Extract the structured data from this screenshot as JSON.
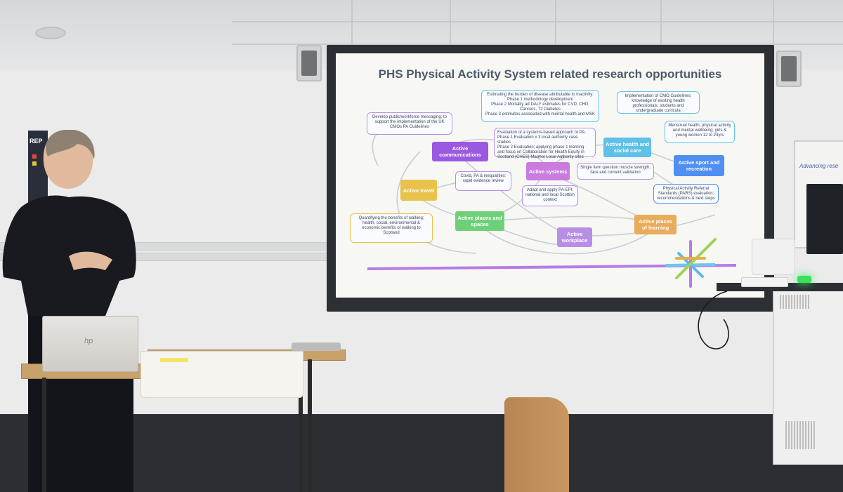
{
  "slide": {
    "title": "PHS Physical Activity System related research opportunities",
    "boxes": {
      "burden": "Estimating the burden of disease attributable to inactivity:\nPhase 1 methodology development\nPhase 2 Mortality ad DALY estimates for CVD, CHD, Cancers, T2 Diabetes\nPhase 3 estimates associated with mental health and MSK",
      "cmo": "Implementation of CMO Guidelines;\nknowledge of existing health professionals, students and undergraduate curricula",
      "messaging": "Develop public/workforce messaging; to support the implementation of the UK CMOs PA Guidelines",
      "menstrual": "Menstrual health, physical activity and mental wellbeing; girls & young women 12 to 24yrs",
      "evaluation": "Evaluation of a systems-based approach to PA:\nPhase 1 Evaluation x 3 local authority case studies\nPhase 2 Evaluation; applying phase 1 learning and focus on Collaboration for Health Equity in Scotland (CHES) Marmot Local Authority sites",
      "covid": "Covid, PA & inequalities; rapid evidence review",
      "muscle": "Single item question muscle strength; face and content validation",
      "adapt": "Adapt and apply PA-EPI; national and local Scottish context",
      "pars": "Physical Activity Referral Standards (PARS) evaluation; recommendations & next steps",
      "walking": "Quantifying the benefits of walking; health, social, environmental & economic benefits of walking to Scotland"
    },
    "nodes": {
      "communications": "Active communications",
      "health": "Active health and social care",
      "systems": "Active systems",
      "sport": "Active sport and recreation",
      "travel": "Active travel",
      "places": "Active places and spaces",
      "learning": "Active places of learning",
      "workplace": "Active workplace"
    }
  },
  "room": {
    "laptop_brand": "hp",
    "banner_text": "REP",
    "whiteboard_text": "Advancing rese"
  },
  "colors": {
    "purple": "#9b59e0",
    "light_purple": "#b98ee6",
    "blue": "#4f8ff2",
    "light_blue": "#5fc0e8",
    "yellow": "#e8c24a",
    "green": "#6ed17a",
    "orange": "#e8ac5a"
  }
}
